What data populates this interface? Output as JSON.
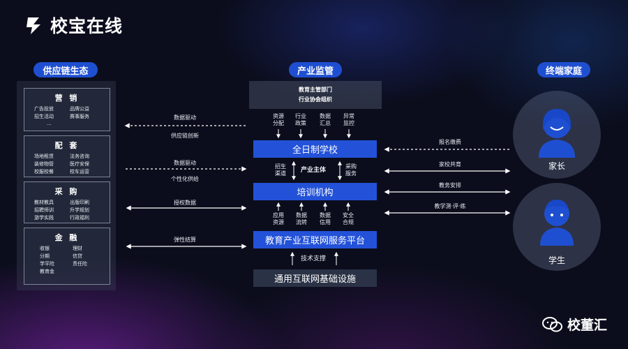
{
  "logo": {
    "text": "校宝在线"
  },
  "watermark": {
    "text": "校董汇"
  },
  "sections": {
    "left": "供应链生态",
    "middle": "产业监管",
    "right": "终端家庭"
  },
  "left_boxes": [
    {
      "title": "营 销",
      "items": [
        "广告投放",
        "品牌公益",
        "招生活动",
        "赛事服务",
        "..."
      ]
    },
    {
      "title": "配 套",
      "items": [
        "场地租赁",
        "法务咨询",
        "装修物管",
        "医疗安保",
        "校服校餐",
        "校车运营"
      ]
    },
    {
      "title": "采 购",
      "items": [
        "教材教具",
        "出版印刷",
        "招聘师训",
        "升学规划",
        "游学实践",
        "行政福利"
      ]
    },
    {
      "title": "金 融",
      "items": [
        "收银",
        "理财",
        "分期",
        "信贷",
        "学平险",
        "责任险",
        "教育金"
      ]
    }
  ],
  "middle": {
    "top_line1": "教育主管部门",
    "top_line2": "行业协会组织",
    "supervision": [
      "资源\n分配",
      "行业\n政策",
      "数据\n汇总",
      "异常\n监控"
    ],
    "school": "全日制学校",
    "link_left": "招生\n渠道",
    "link_center": "产业主体",
    "link_right": "采购\n服务",
    "training": "培训机构",
    "services": [
      "应用\n资源",
      "数据\n流转",
      "数据\n信用",
      "安全\n合规"
    ],
    "platform": "教育产业互联网服务平台",
    "tech": "技术支撑",
    "infra": "通用互联网基础设施"
  },
  "left_arrows": [
    {
      "top": "数据驱动",
      "bottom": "供应链创新"
    },
    {
      "top": "数据驱动",
      "bottom": "个性化供给"
    },
    {
      "top": "授权数据",
      "bottom": ""
    },
    {
      "top": "弹性结算",
      "bottom": ""
    }
  ],
  "right_arrows": [
    "报名缴费",
    "家校共育",
    "教务安排",
    "教学测·评·练"
  ],
  "right_nodes": {
    "parent": "家长",
    "student": "学生"
  },
  "colors": {
    "accent": "#2352d8",
    "background": "#0b0d1c"
  }
}
